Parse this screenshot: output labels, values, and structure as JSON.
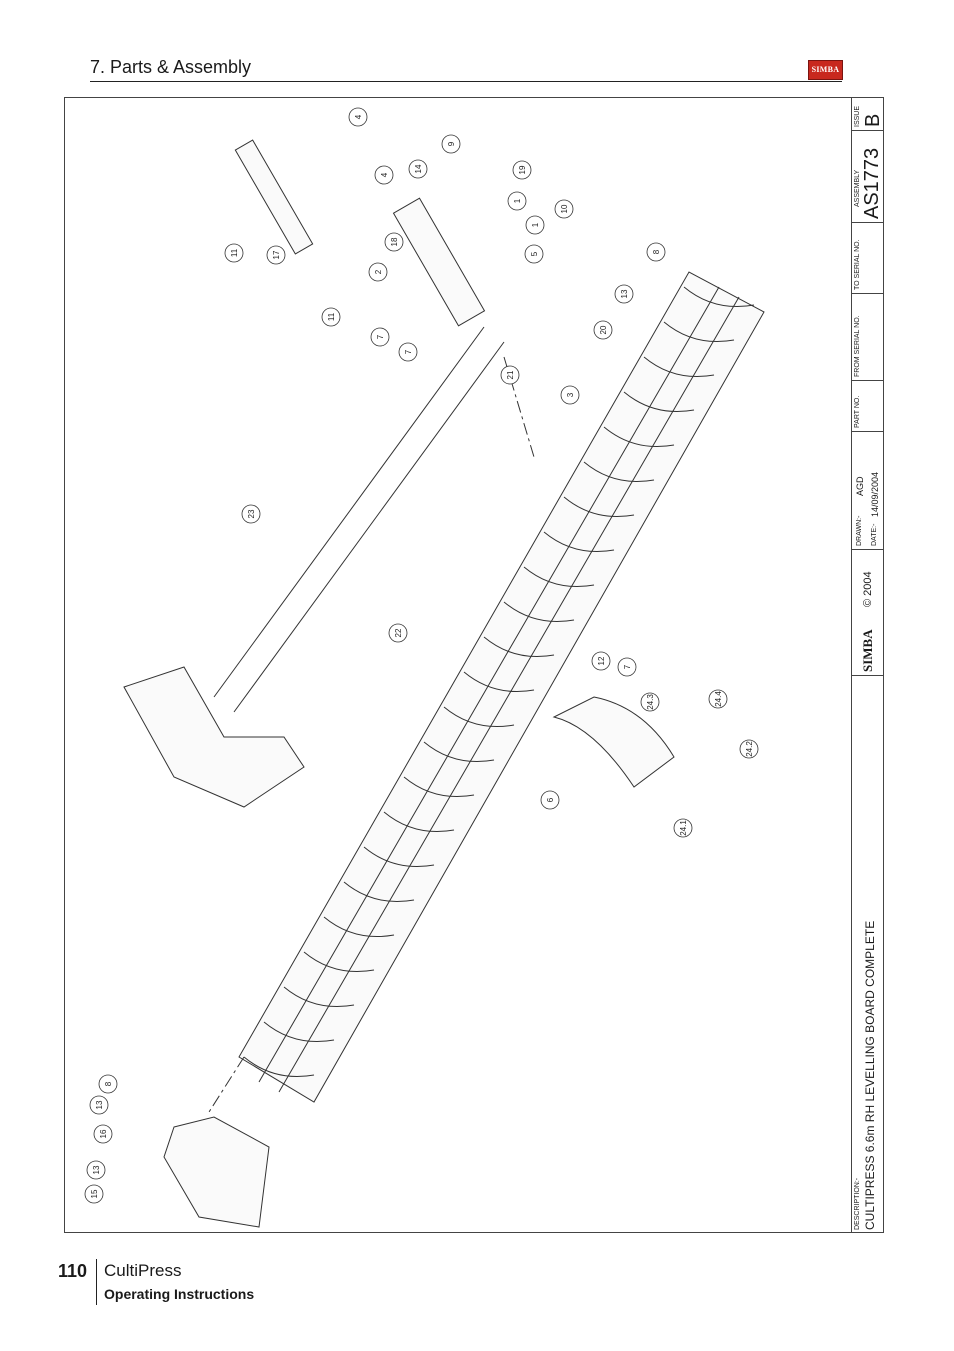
{
  "header": {
    "section_title": "7. Parts & Assembly",
    "logo_text": "SIMBA"
  },
  "callouts": [
    "4",
    "9",
    "19",
    "14",
    "4",
    "1",
    "1",
    "10",
    "5",
    "8",
    "11",
    "17",
    "2",
    "18",
    "11",
    "13",
    "7",
    "7",
    "20",
    "21",
    "3",
    "23",
    "22",
    "12",
    "7",
    "24.3",
    "24.4",
    "24.2",
    "6",
    "24.1",
    "8",
    "13",
    "16",
    "13",
    "15"
  ],
  "title_block": {
    "issue_label": "ISSUE",
    "issue_value": "B",
    "assembly_label": "ASSEMBLY",
    "assembly_value": "AS1773",
    "to_serial_label": "TO SERIAL NO.",
    "from_serial_label": "FROM SERIAL NO.",
    "part_no_label": "PART NO.",
    "drawn_label": "DRAWN:-",
    "drawn_value": "AGD",
    "date_label": "DATE:-",
    "date_value": "14/09/2004",
    "copyright": "© 2004",
    "brand": "SIMBA",
    "description_label": "DESCRIPTION:-",
    "description_value": "CULTIPRESS 6.6m RH LEVELLING BOARD COMPLETE"
  },
  "footer": {
    "page_number": "110",
    "product": "CultiPress",
    "subtitle": "Operating Instructions"
  }
}
